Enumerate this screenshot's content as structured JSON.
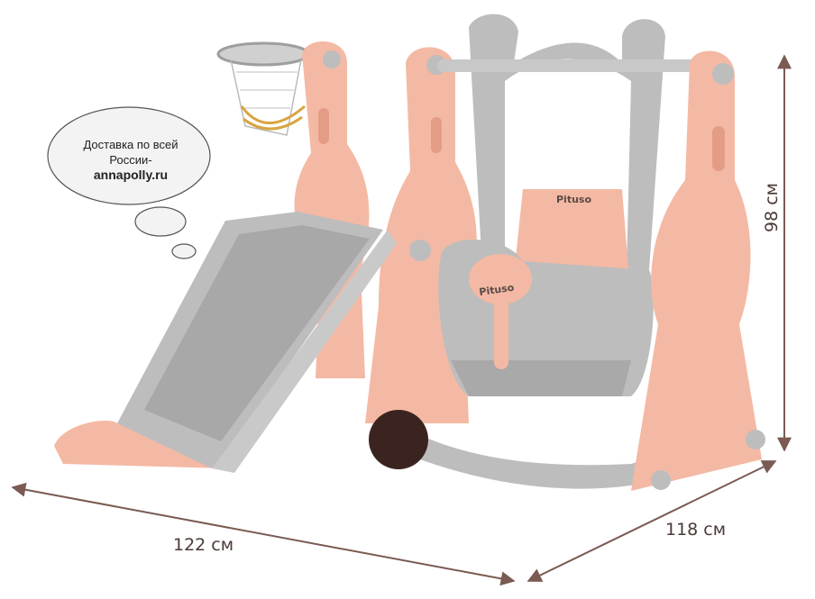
{
  "dimensions": {
    "width_label": "122 см",
    "depth_label": "118 см",
    "height_label": "98 см",
    "arrow_color": "#7a5a52"
  },
  "speech_bubble": {
    "line1": "Доставка по всей",
    "line2": "России-",
    "site": "annapolly.ru"
  },
  "brand": {
    "seat_logo": "Pituso",
    "back_logo": "Pituso"
  },
  "colors": {
    "peach": "#f4b9a4",
    "peach_dark": "#e39d86",
    "gray": "#bdbdbd",
    "gray_dark": "#9e9e9e",
    "ball": "#3b2420",
    "net": "#d9a441"
  }
}
